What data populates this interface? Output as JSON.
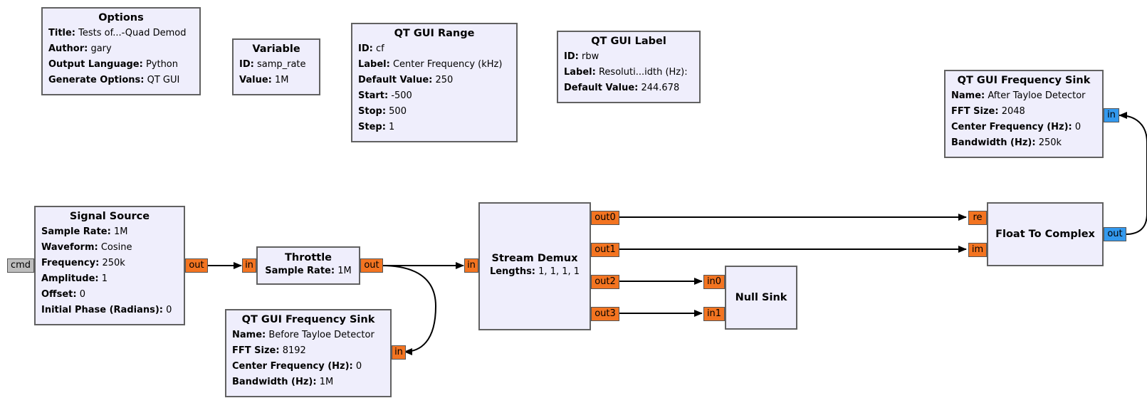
{
  "colors": {
    "float_port": "#f37421",
    "complex_port": "#3399ee",
    "message_port": "#bdbdbd",
    "block_fill": "#efeefc",
    "block_border": "#616161"
  },
  "options": {
    "title": "Options",
    "props": [
      {
        "k": "Title:",
        "v": "Tests of...-Quad Demod"
      },
      {
        "k": "Author:",
        "v": "gary"
      },
      {
        "k": "Output Language:",
        "v": "Python"
      },
      {
        "k": "Generate Options:",
        "v": "QT GUI"
      }
    ]
  },
  "variable": {
    "title": "Variable",
    "props": [
      {
        "k": "ID:",
        "v": "samp_rate"
      },
      {
        "k": "Value:",
        "v": "1M"
      }
    ]
  },
  "qt_range": {
    "title": "QT GUI Range",
    "props": [
      {
        "k": "ID:",
        "v": "cf"
      },
      {
        "k": "Label:",
        "v": "Center Frequency (kHz)"
      },
      {
        "k": "Default Value:",
        "v": "250"
      },
      {
        "k": "Start:",
        "v": "-500"
      },
      {
        "k": "Stop:",
        "v": "500"
      },
      {
        "k": "Step:",
        "v": "1"
      }
    ]
  },
  "qt_label": {
    "title": "QT GUI Label",
    "props": [
      {
        "k": "ID:",
        "v": "rbw"
      },
      {
        "k": "Label:",
        "v": "Resoluti...idth (Hz):"
      },
      {
        "k": "Default Value:",
        "v": "244.678"
      }
    ]
  },
  "freq_sink_after": {
    "title": "QT GUI Frequency Sink",
    "props": [
      {
        "k": "Name:",
        "v": "After Tayloe Detector"
      },
      {
        "k": "FFT Size:",
        "v": "2048"
      },
      {
        "k": "Center Frequency (Hz):",
        "v": "0"
      },
      {
        "k": "Bandwidth (Hz):",
        "v": "250k"
      }
    ],
    "port_in": "in"
  },
  "signal_source": {
    "title": "Signal Source",
    "props": [
      {
        "k": "Sample Rate:",
        "v": "1M"
      },
      {
        "k": "Waveform:",
        "v": "Cosine"
      },
      {
        "k": "Frequency:",
        "v": "250k"
      },
      {
        "k": "Amplitude:",
        "v": "1"
      },
      {
        "k": "Offset:",
        "v": "0"
      },
      {
        "k": "Initial Phase (Radians):",
        "v": "0"
      }
    ],
    "port_cmd": "cmd",
    "port_out": "out"
  },
  "throttle": {
    "title": "Throttle",
    "props": [
      {
        "k": "Sample Rate:",
        "v": "1M"
      }
    ],
    "port_in": "in",
    "port_out": "out"
  },
  "freq_sink_before": {
    "title": "QT GUI Frequency Sink",
    "props": [
      {
        "k": "Name:",
        "v": "Before Tayloe Detector"
      },
      {
        "k": "FFT Size:",
        "v": "8192"
      },
      {
        "k": "Center Frequency (Hz):",
        "v": "0"
      },
      {
        "k": "Bandwidth (Hz):",
        "v": "1M"
      }
    ],
    "port_in": "in"
  },
  "stream_demux": {
    "title": "Stream Demux",
    "props": [
      {
        "k": "Lengths:",
        "v": "1, 1, 1, 1"
      }
    ],
    "port_in": "in",
    "ports_out": [
      "out0",
      "out1",
      "out2",
      "out3"
    ]
  },
  "null_sink": {
    "title": "Null Sink",
    "ports_in": [
      "in0",
      "in1"
    ]
  },
  "float_to_complex": {
    "title": "Float To Complex",
    "port_re": "re",
    "port_im": "im",
    "port_out": "out"
  }
}
